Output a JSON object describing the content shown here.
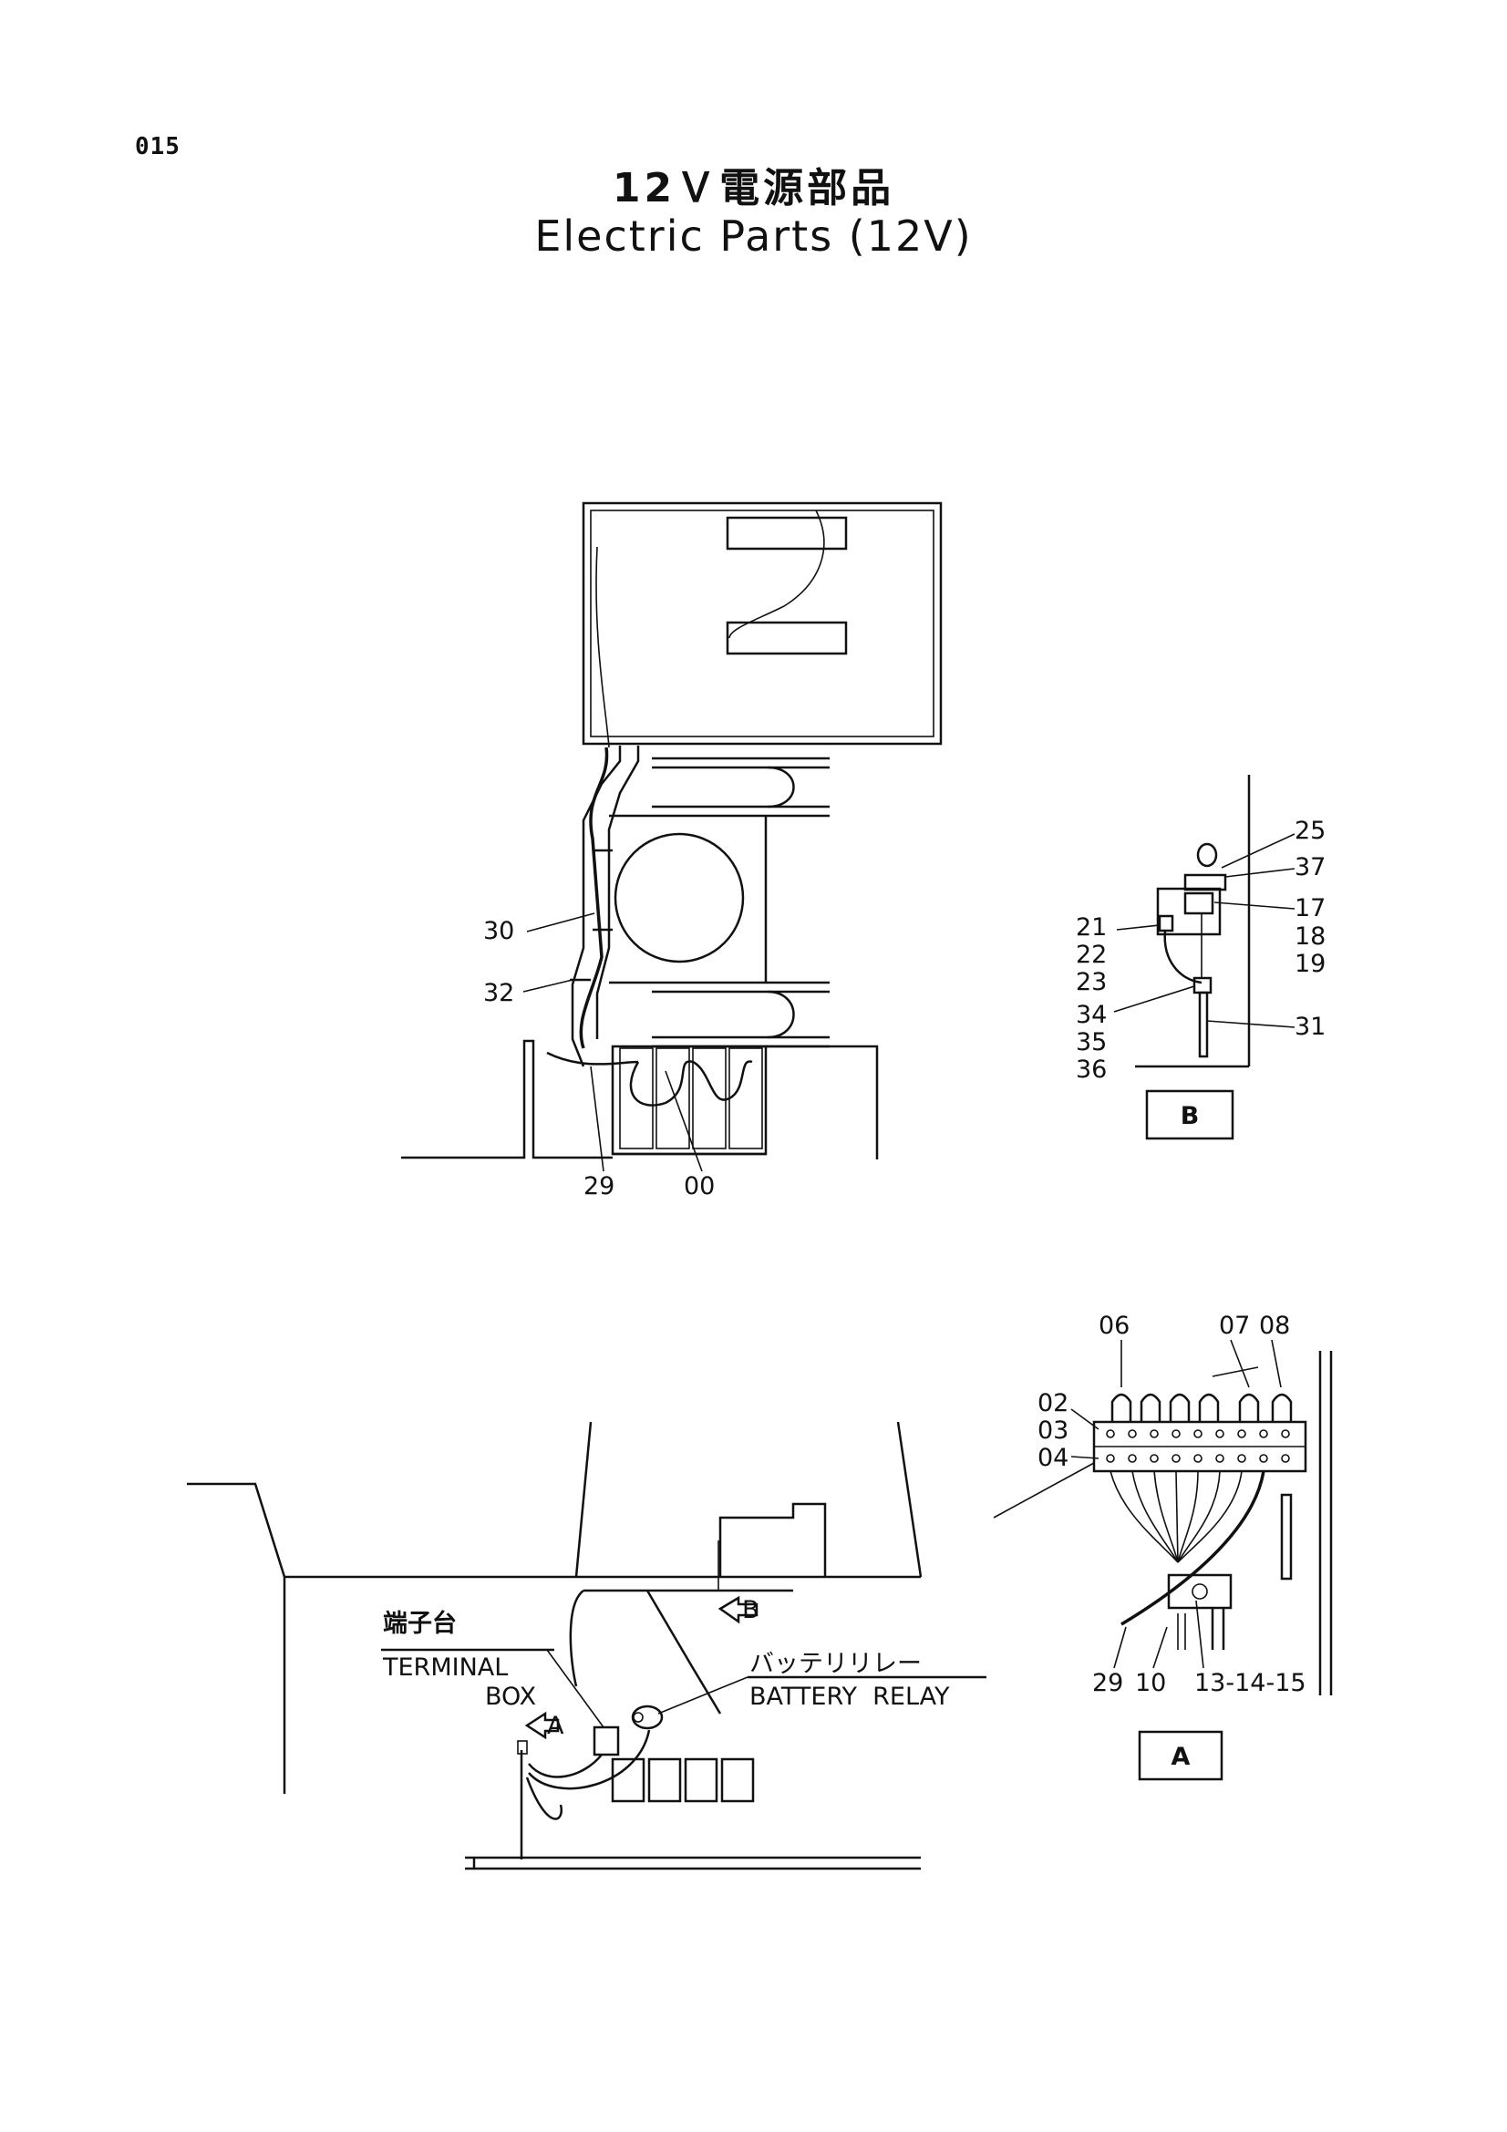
{
  "page_number": "015",
  "title_jp": "12Ｖ電源部品",
  "title_en": "Electric Parts (12V)",
  "top_view": {
    "callouts": [
      "30",
      "32",
      "29",
      "00"
    ]
  },
  "detail_b": {
    "tag": "B",
    "callouts": [
      "25",
      "37",
      "17",
      "18",
      "19",
      "21",
      "22",
      "23",
      "34",
      "35",
      "36",
      "31"
    ]
  },
  "detail_a": {
    "tag": "A",
    "callouts_top": [
      "06",
      "07",
      "08"
    ],
    "callouts_left": [
      "02",
      "03",
      "04"
    ],
    "callouts_bottom": [
      "29",
      "10",
      "13-14-15"
    ]
  },
  "side_view": {
    "terminal_box_jp": "端子台",
    "terminal_box_en_1": "TERMINAL",
    "terminal_box_en_2": "BOX",
    "battery_relay_jp": "バッテリリレー",
    "battery_relay_en": "BATTERY  RELAY",
    "view_arrow_a": "A",
    "view_arrow_b": "B"
  }
}
